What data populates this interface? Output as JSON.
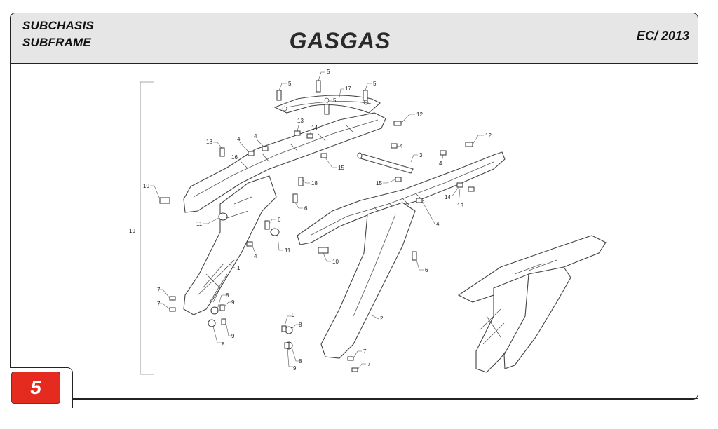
{
  "header": {
    "section_title_1": "SUBCHASIS",
    "section_title_2": "SUBFRAME",
    "brand_logo": "GASGAS",
    "model_year": "EC/ 2013"
  },
  "page": {
    "number": "5",
    "badge_color": "#e52a1f"
  },
  "diagram": {
    "callouts": [
      "19",
      "5",
      "5",
      "5",
      "5",
      "17",
      "12",
      "12",
      "13",
      "14",
      "13",
      "14",
      "18",
      "18",
      "16",
      "4",
      "4",
      "4",
      "4",
      "4",
      "4",
      "3",
      "15",
      "15",
      "10",
      "10",
      "6",
      "6",
      "6",
      "11",
      "11",
      "1",
      "2",
      "7",
      "7",
      "7",
      "7",
      "8",
      "8",
      "8",
      "8",
      "9",
      "9",
      "9",
      "9"
    ]
  }
}
